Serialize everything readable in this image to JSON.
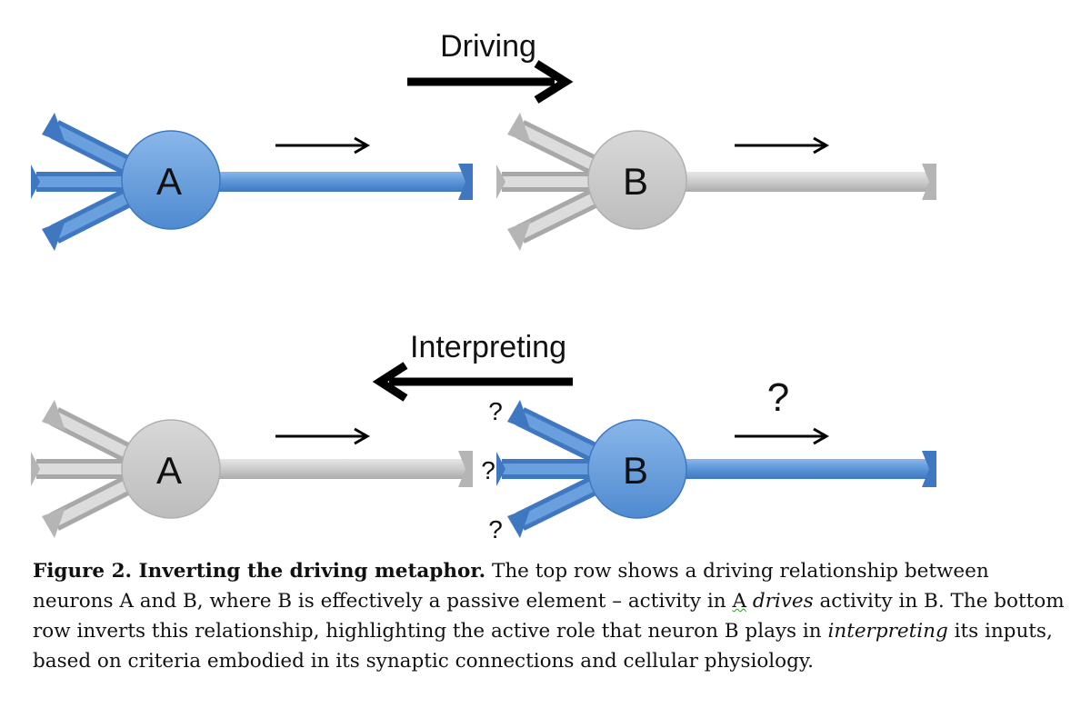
{
  "top_row": {
    "title": "Driving",
    "neuron_a": {
      "label": "A",
      "state": "active"
    },
    "neuron_b": {
      "label": "B",
      "state": "passive"
    }
  },
  "bottom_row": {
    "title": "Interpreting",
    "neuron_a": {
      "label": "A",
      "state": "passive"
    },
    "neuron_b": {
      "label": "B",
      "state": "active"
    },
    "question_marks": [
      "?",
      "?",
      "?",
      "?"
    ]
  },
  "colors": {
    "active": "#5b95d8",
    "active_dark": "#3f78c0",
    "active_light": "#8ab7ea",
    "passive": "#c9c9c9",
    "passive_dark": "#a8a8a8",
    "passive_light": "#e2e2e2",
    "arrow": "#000000"
  },
  "caption": {
    "figure_label": "Figure 2. Inverting the driving metaphor.",
    "part1": " The top row shows a driving relationship between neurons A and B, where B is effectively a passive element – activity in ",
    "a_letter": "A",
    "space1": " ",
    "drives": "drives",
    "part2": " activity in B. The bottom row inverts this relationship, highlighting the active role that neuron B plays in ",
    "interpreting": "interpreting",
    "part3": " its inputs, based on criteria embodied in its synaptic connections and cellular physiology."
  }
}
